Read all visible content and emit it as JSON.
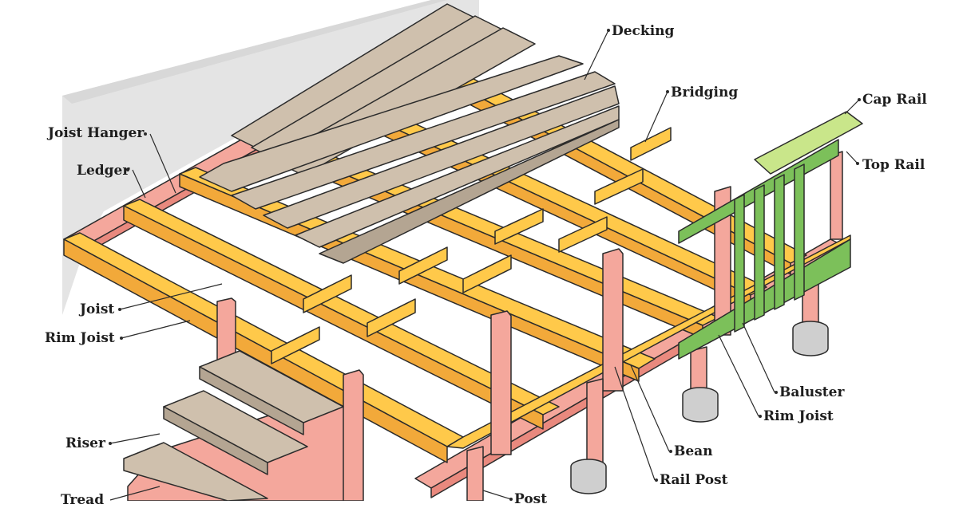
{
  "labels": {
    "decking": "Decking",
    "bridging": "Bridging",
    "cap_rail": "Cap Rail",
    "top_rail": "Top Rail",
    "joist_hanger": "Joist Hanger",
    "ledger": "Ledger",
    "joist": "Joist",
    "rim_joist_left": "Rim Joist",
    "baluster": "Baluster",
    "rim_joist_right": "Rim Joist",
    "bean": "Bean",
    "rail_post": "Rail Post",
    "riser": "Riser",
    "tread": "Tread",
    "post": "Post"
  },
  "colors": {
    "joist_fill": "#ffc94a",
    "joist_side": "#f2a93a",
    "post_fill": "#f4a79c",
    "post_side": "#e9897e",
    "decking_fill": "#cfc0ad",
    "decking_side": "#b4a592",
    "rail_green": "#7cc05a",
    "cap_green": "#c9e68a",
    "wall_gray": "#e4e4e4",
    "concrete": "#cfcfcf",
    "outline": "#2b2b2b"
  }
}
